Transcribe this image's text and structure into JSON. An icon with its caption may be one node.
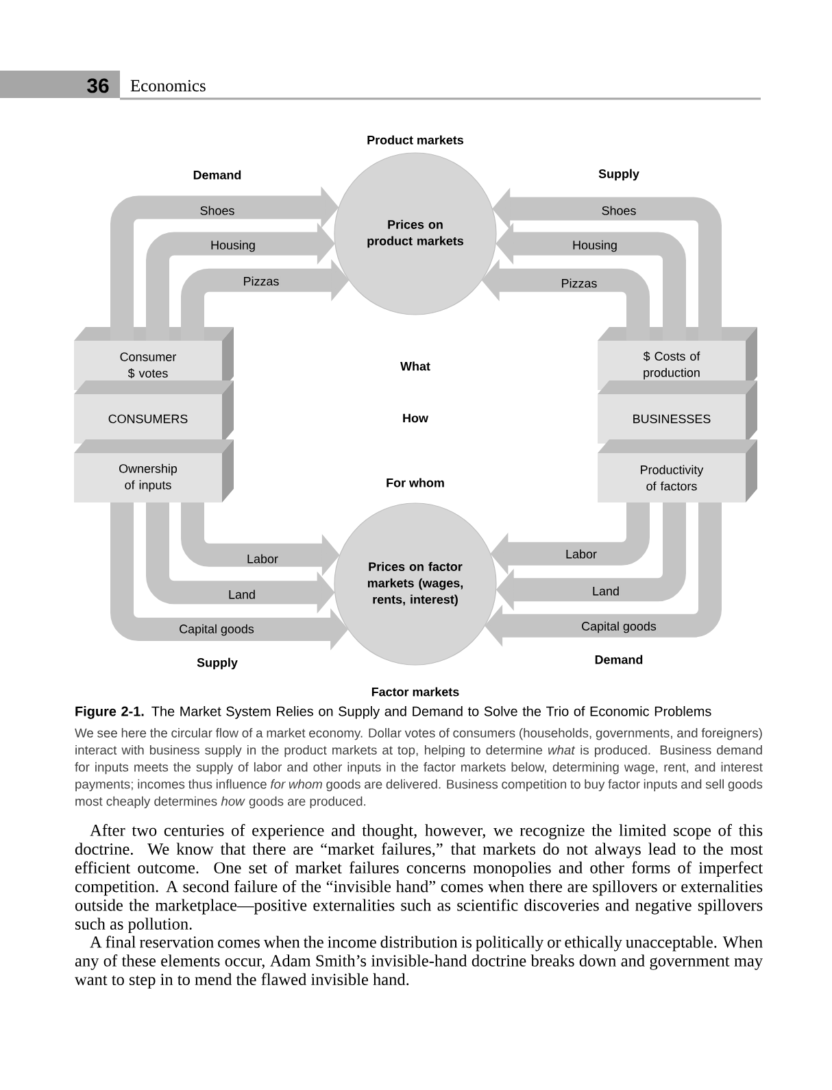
{
  "diagram": {
    "title": "**Figure 2-1.** The Market System Relies on Supply and Demand to Solve the Trio of Economic Problems",
    "caption": "We see here the circular flow of a market economy. Dollar votes of consumers (households, governments, and foreigners) interact with business supply in the product markets at top, helping to determine *what* is produced. Business demand for inputs meets the supply of labor and other inputs in the factor markets below, determining wage, rent, and interest payments; incomes thus influence *for whom* goods are delivered. Business competition to buy factor inputs and sell goods most cheaply determines *how* goods are produced.",
    "nodes": [
      {
        "text": [
          "Product markets",
          "Prices on product markets"
        ]
      },
      {
        "text": [
          "Prices on factor markets (wages, rents, interest)",
          "Factor markets"
        ]
      },
      {
        "text": [
          "Consumer $ votes"
        ]
      },
      {
        "text": [
          "CONSUMERS"
        ]
      },
      {
        "text": [
          "Ownership of inputs"
        ]
      },
      {
        "text": [
          "$ Costs of production"
        ]
      },
      {
        "text": [
          "BUSINESSES"
        ]
      },
      {
        "text": [
          "Productivity of factors"
        ]
      }
    ],
    "edges": [
      {
        "from": 2,
        "to": 0,
        "arrow": "to",
        "label": "Shoes"
      },
      {
        "from": 2,
        "to": 0,
        "arrow": "to",
        "label": "Housing"
      },
      {
        "from": 2,
        "to": 0,
        "arrow": "to",
        "label": "Pizzas"
      },
      {
        "from": 5,
        "to": 0,
        "arrow": "to",
        "label": "Shoes"
      },
      {
        "from": 5,
        "to": 0,
        "arrow": "to",
        "label": "Housing"
      },
      {
        "from": 5,
        "to": 0,
        "arrow": "to",
        "label": "Pizzas"
      },
      {
        "from": 4,
        "to": 1,
        "arrow": "to",
        "label": "Labor"
      },
      {
        "from": 4,
        "to": 1,
        "arrow": "to",
        "label": "Land"
      },
      {
        "from": 4,
        "to": 1,
        "arrow": "to",
        "label": "Capital goods"
      },
      {
        "from": 7,
        "to": 1,
        "arrow": "to",
        "label": "Labor"
      },
      {
        "from": 7,
        "to": 1,
        "arrow": "to",
        "label": "Land"
      },
      {
        "from": 7,
        "to": 1,
        "arrow": "to",
        "label": "Capital goods"
      }
    ],
    "labels": [
      "36",
      "Economics",
      "Demand",
      "Supply",
      "What",
      "How",
      "For whom",
      "Supply",
      "Demand",
      "After two centuries of experience and thought, however, we recognize the limited scope of this doctrine. We know that there are “market failures,” that markets do not always lead to the most efficient outcome. One set of market failures concerns monopolies and other forms of imperfect competition. A second failure of the “invisible hand” comes when there are spillovers or externalities outside the marketplace—positive externalities such as scientific discoveries and negative spillovers such as pollution.",
      "A final reservation comes when the income distribution is politically or ethically unacceptable. When any of these elements occur, Adam Smith’s invisible-hand doctrine breaks down and government may want to step in to mend the flawed invisible hand."
    ]
  }
}
